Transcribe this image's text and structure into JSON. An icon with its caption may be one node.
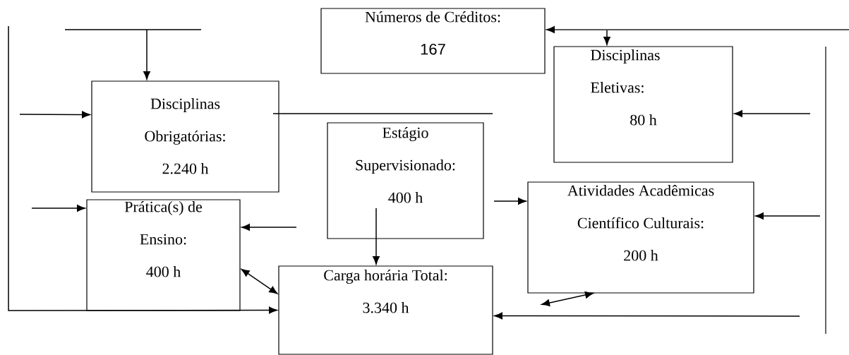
{
  "diagram": {
    "nodes": [
      {
        "text": [
          "Números de Créditos:",
          "167"
        ]
      },
      {
        "text": [
          "Disciplinas Obrigatórias:",
          "2.240 h"
        ]
      },
      {
        "text": [
          "Disciplinas Eletivas:",
          "80 h"
        ]
      },
      {
        "text": [
          "Estágio Supervisionado:",
          "400 h"
        ]
      },
      {
        "text": [
          "Prática(s) de Ensino:",
          "400 h"
        ]
      },
      {
        "text": [
          "Atividades Acadêmicas Científico Culturais:",
          "200 h"
        ]
      },
      {
        "text": [
          "Carga horária Total:",
          "3.340 h"
        ]
      }
    ],
    "edges": [
      {
        "from": null,
        "to": 1,
        "arrow": "to"
      },
      {
        "from": null,
        "to": 1,
        "arrow": "to"
      },
      {
        "from": 1,
        "to": null,
        "arrow": "none"
      },
      {
        "from": null,
        "to": 0,
        "arrow": "to"
      },
      {
        "from": null,
        "to": 2,
        "arrow": "to"
      },
      {
        "from": null,
        "to": 2,
        "arrow": "to"
      },
      {
        "from": null,
        "to": 5,
        "arrow": "to"
      },
      {
        "from": null,
        "to": 4,
        "arrow": "to"
      },
      {
        "from": 3,
        "to": 6,
        "arrow": "to"
      },
      {
        "from": null,
        "to": 5,
        "arrow": "to"
      },
      {
        "from": null,
        "to": 5,
        "arrow": "both"
      },
      {
        "from": 4,
        "to": 6,
        "arrow": "both"
      },
      {
        "from": null,
        "to": 6,
        "arrow": "to"
      },
      {
        "from": null,
        "to": 6,
        "arrow": "to"
      },
      {
        "from": null,
        "to": 4,
        "arrow": "to"
      }
    ]
  }
}
